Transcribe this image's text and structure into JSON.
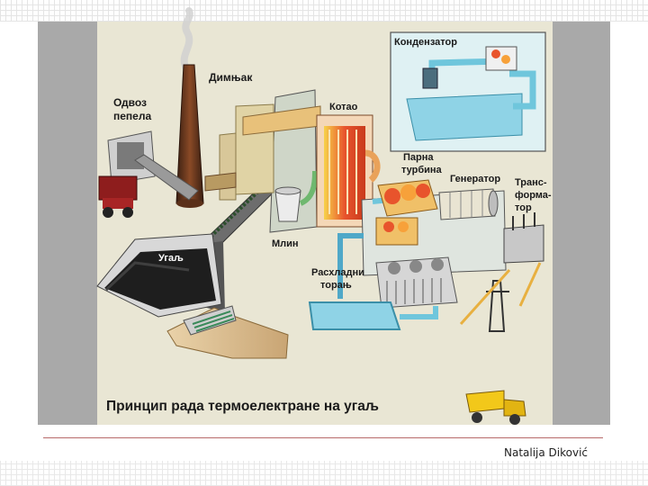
{
  "labels": {
    "condenser": "Кондензатор",
    "chimney": "Димњак",
    "ash_removal_1": "Одвоз",
    "ash_removal_2": "пепела",
    "boiler": "Котао",
    "steam_turbine_1": "Парна",
    "steam_turbine_2": "турбина",
    "generator": "Генератор",
    "transformer_1": "Транс-",
    "transformer_2": "форма-",
    "transformer_3": "тор",
    "mill": "Млин",
    "coal": "Угаљ",
    "cooling_tower_1": "Расхладни",
    "cooling_tower_2": "торањ"
  },
  "caption": "Принцип рада термоелектране на угаљ",
  "footer": {
    "author": "Natalija Diković"
  },
  "colors": {
    "panel_gray": "#a9a9a9",
    "diagram_bg": "#e9e6d4",
    "water_pipe": "#6fc6dc",
    "steam_pipe": "#e9a25a",
    "boiler_hot": "#e8542c",
    "footer_rule": "#b86a6a"
  }
}
